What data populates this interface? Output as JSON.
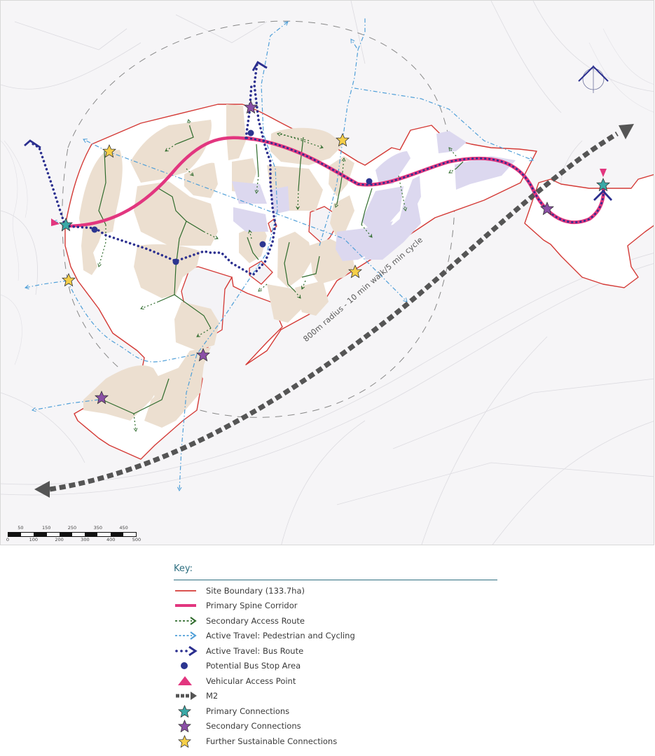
{
  "map": {
    "background_color": "#f6f5f7",
    "radius_label": "800m radius - 10 min walk/5 min cycle",
    "north_arrow": "north-arrow-icon",
    "colors": {
      "site_boundary": "#d43a36",
      "primary_spine": "#e2367f",
      "secondary_access": "#2f6b2c",
      "active_travel_ped_cycle": "#4f9fd8",
      "bus_route": "#2b2f8f",
      "bus_stop": "#2b3590",
      "vehicular_access": "#e2367f",
      "m2": "#555555",
      "primary_connection": "#3aa9a7",
      "secondary_connection": "#8b4fa6",
      "further_connection": "#f6cf49",
      "residential_parcel": "#ecdfd0",
      "employment_parcel": "#dcd8ef",
      "site_fill": "#ffffff"
    },
    "scale_bar": {
      "top_labels": [
        "50",
        "150",
        "250",
        "350",
        "450"
      ],
      "bottom_labels": [
        "0",
        "100",
        "200",
        "300",
        "400",
        "500"
      ]
    }
  },
  "legend": {
    "title": "Key:",
    "items": [
      {
        "icon": "site-boundary-line",
        "label": "Site Boundary (133.7ha)"
      },
      {
        "icon": "primary-spine-line",
        "label": "Primary Spine Corridor"
      },
      {
        "icon": "secondary-access-arrow",
        "label": "Secondary Access Route"
      },
      {
        "icon": "active-travel-arrow",
        "label": "Active Travel: Pedestrian and Cycling"
      },
      {
        "icon": "bus-route-arrow",
        "label": "Active Travel: Bus Route"
      },
      {
        "icon": "bus-stop-dot",
        "label": "Potential Bus Stop Area"
      },
      {
        "icon": "vehicular-access-triangle",
        "label": "Vehicular Access Point"
      },
      {
        "icon": "m2-arrow",
        "label": "M2"
      },
      {
        "icon": "primary-connection-star",
        "label": "Primary Connections"
      },
      {
        "icon": "secondary-connection-star",
        "label": "Secondary Connections"
      },
      {
        "icon": "further-connection-star",
        "label": "Further Sustainable Connections"
      }
    ]
  }
}
